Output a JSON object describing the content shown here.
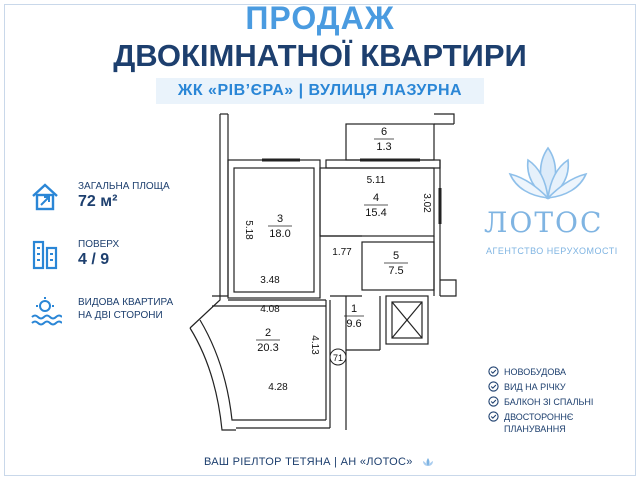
{
  "header": {
    "title_line1": "ПРОДАЖ",
    "title_line2": "ДВОКІМНАТНОЇ КВАРТИРИ",
    "subtitle": "ЖК «РІВ’ЄРА»  |  ВУЛИЦЯ ЛАЗУРНА"
  },
  "info": [
    {
      "icon": "house-icon",
      "label": "ЗАГАЛЬНА ПЛОЩА",
      "value": "72 м²"
    },
    {
      "icon": "building-icon",
      "label": "ПОВЕРХ",
      "value": "4 / 9"
    },
    {
      "icon": "water-view-icon",
      "label_line1": "ВИДОВА КВАРТИРА",
      "label_line2": "НА ДВІ СТОРОНИ"
    }
  ],
  "plan": {
    "rooms": [
      {
        "num": "1",
        "area": "9.6"
      },
      {
        "num": "2",
        "area": "20.3"
      },
      {
        "num": "3",
        "area": "18.0"
      },
      {
        "num": "4",
        "area": "15.4"
      },
      {
        "num": "5",
        "area": "7.5"
      },
      {
        "num": "6",
        "area": "1.3"
      }
    ],
    "dims": {
      "room3_height": "5.18",
      "room3_width": "3.48",
      "room4_width": "5.11",
      "room4_height": "3.02",
      "corridor": "1.77",
      "room2_top": "4.08",
      "room2_side": "4.13",
      "room2_bottom": "4.28"
    },
    "apartment_no": "71"
  },
  "logo": {
    "name": "ЛОТОС",
    "tagline": "АГЕНТСТВО НЕРУХОМОСТІ"
  },
  "features": [
    {
      "text": "НОВОБУДОВА"
    },
    {
      "text": "ВИД НА РІЧКУ"
    },
    {
      "text": "БАЛКОН ЗІ СПАЛЬНІ"
    },
    {
      "text_line1": "ДВОСТОРОННЄ",
      "text_line2": "ПЛАНУВАННЯ"
    }
  ],
  "footer": {
    "text": "ВАШ РІЕЛТОР ТЕТЯНА  |  АН «ЛОТОС»"
  },
  "colors": {
    "accent": "#4a9be0",
    "dark_blue": "#1d3f6e",
    "light_blue": "#7fb4e2"
  }
}
